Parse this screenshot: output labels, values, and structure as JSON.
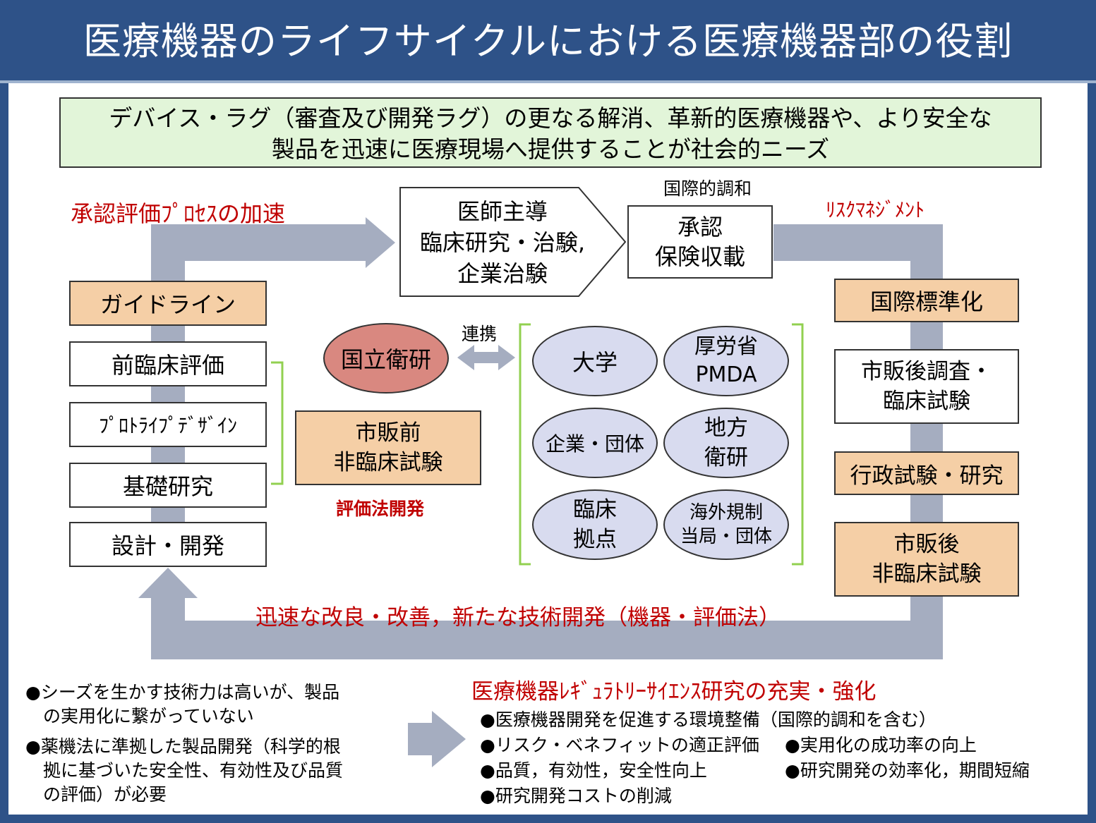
{
  "title": "医療機器のライフサイクルにおける医療機器部の役割",
  "needs_text": "デバイス・ラグ（審査及び開発ラグ）の更なる解消、革新的医療機器や、より安全な\n製品を迅速に医療現場へ提供することが社会的ニーズ",
  "labels": {
    "accelerate": "承認評価ﾌﾟﾛｾｽの加速",
    "intl_harmony": "国際的調和",
    "risk_mgmt": "ﾘｽｸﾏﾈｼﾞﾒﾝﾄ",
    "renkei": "連携",
    "eval_dev": "評価法開発",
    "improvement": "迅速な改良・改善，新たな技術開発（機器・評価法）",
    "science_heading": "医療機器ﾚｷﾞｭﾗﾄﾘｰｻｲｴﾝｽ研究の充実・強化"
  },
  "left_column": {
    "guideline": "ガイドライン",
    "preclinical": "前臨床評価",
    "prototype": "ﾌﾟﾛﾄﾗｲﾌﾟﾃﾞｻﾞｲﾝ",
    "basic_research": "基礎研究",
    "design_dev": "設計・開発"
  },
  "center": {
    "clinical": "医師主導\n臨床研究・治験,\n企業治験",
    "approval": "承認\n保険収載",
    "nihs": "国立衛研",
    "premarket": "市販前\n非臨床試験"
  },
  "partners": {
    "university": "大学",
    "mhlw": "厚労省\nPMDA",
    "industry": "企業・団体",
    "local": "地方\n衛研",
    "clinical_hub": "臨床\n拠点",
    "overseas": "海外規制\n当局・団体"
  },
  "right_column": {
    "intl_std": "国際標準化",
    "postmarket_survey": "市販後調査・\n臨床試験",
    "admin_test": "行政試験・研究",
    "postmarket_nonclin": "市販後\n非臨床試験"
  },
  "bottom_left": [
    "●シーズを生かす技術力は高いが、製品\n　の実用化に繋がっていない",
    "●薬機法に準拠した製品開発（科学的根\n　拠に基づいた安全性、有効性及び品質\n　の評価）が必要"
  ],
  "bottom_right": {
    "full": "●医療機器開発を促進する環境整備（国際的調和を含む）",
    "col1": [
      "●リスク・ベネフィットの適正評価",
      "●品質，有効性，安全性向上",
      "●研究開発コストの削減"
    ],
    "col2": [
      "●実用化の成功率の向上",
      "●研究開発の効率化，期間短縮"
    ]
  },
  "colors": {
    "title_bg": "#2e5288",
    "arrow": "#a5adc0",
    "tan": "#f5cfa6",
    "needs_bg": "#e2f5d9",
    "ellipse": "#d8dbef",
    "nihs": "#d98880",
    "bracket": "#92d050",
    "accent_red": "#c00000"
  }
}
